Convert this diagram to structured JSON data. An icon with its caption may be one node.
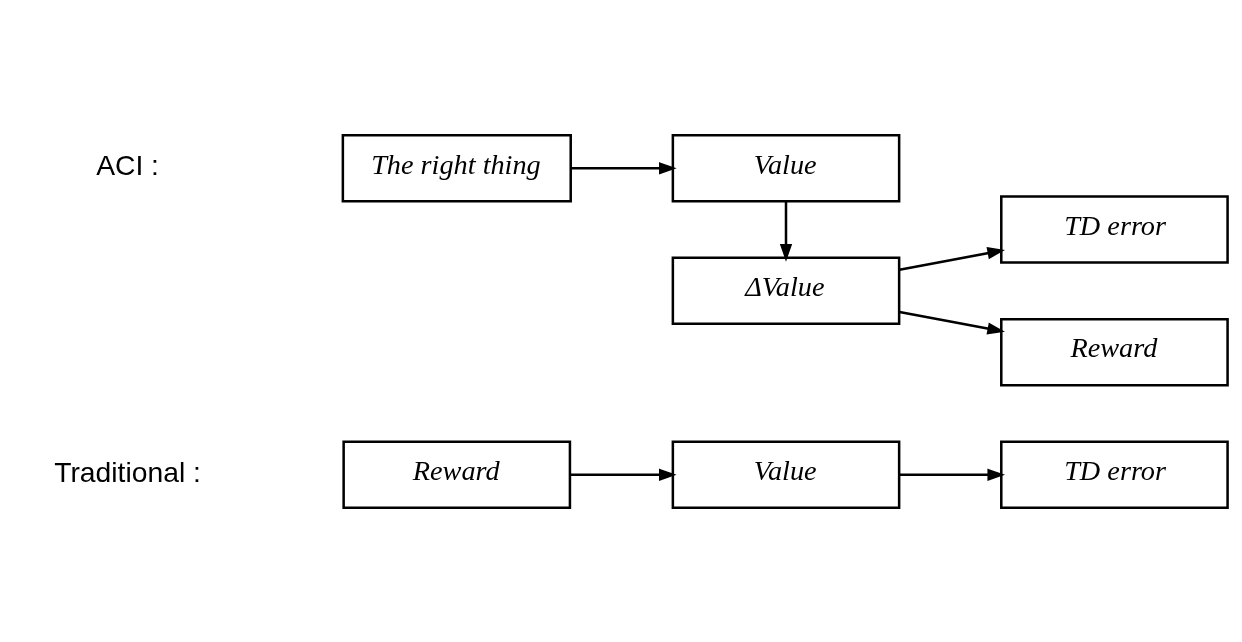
{
  "diagram": {
    "nodes": [
      {
        "text": [
          "Reward"
        ]
      },
      {
        "text": [
          "Value"
        ]
      },
      {
        "text": [
          "TD error"
        ]
      },
      {
        "text": [
          "The right thing"
        ]
      },
      {
        "text": [
          "Value"
        ]
      },
      {
        "text": [
          "ΔValue"
        ]
      },
      {
        "text": [
          "TD error"
        ]
      },
      {
        "text": [
          "Reward"
        ]
      }
    ],
    "edges": [
      {
        "from": 0,
        "to": 1,
        "arrow": "to"
      },
      {
        "from": 1,
        "to": 2,
        "arrow": "to"
      },
      {
        "from": 3,
        "to": 4,
        "arrow": "to"
      },
      {
        "from": 4,
        "to": 5,
        "arrow": "to"
      },
      {
        "from": 5,
        "to": 6,
        "arrow": "to"
      },
      {
        "from": 5,
        "to": 7,
        "arrow": "to"
      }
    ],
    "labels": [
      "Traditional :",
      "ACI :"
    ]
  }
}
